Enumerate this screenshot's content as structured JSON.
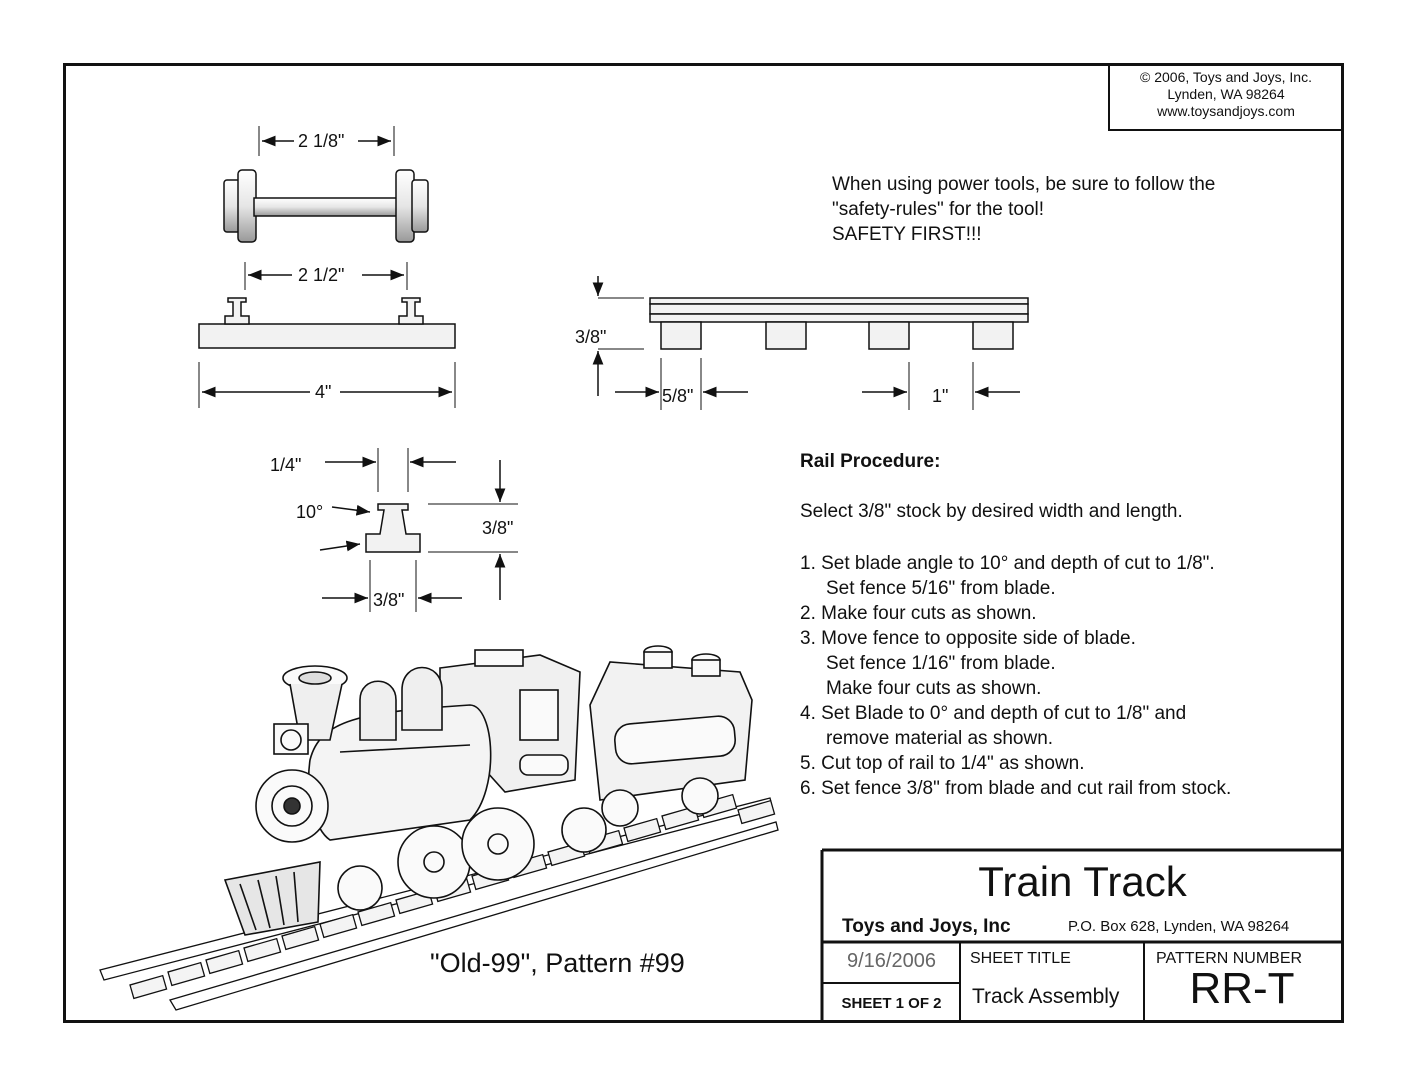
{
  "copyright": [
    "© 2006, Toys and Joys, Inc.",
    "Lynden, WA  98264",
    "www.toysandjoys.com"
  ],
  "safety": [
    "When using power tools, be sure to follow the",
    "\"safety-rules\" for the tool!",
    "SAFETY FIRST!!!"
  ],
  "dimensions": {
    "axle_width": "2 1/8\"",
    "rail_spacing": "2 1/2\"",
    "tie_length": "4\"",
    "track_height": "3/8\"",
    "tie_width": "5/8\"",
    "tie_gap": "1\"",
    "rail_top": "1/4\"",
    "rail_angle": "10°",
    "rail_height": "3/8\"",
    "rail_base": "3/8\""
  },
  "procedure": {
    "title": "Rail Procedure:",
    "intro": "Select 3/8\" stock by desired width and length.",
    "lines": [
      "1. Set blade angle to 10° and depth of cut to 1/8\".",
      "Set fence 5/16\" from blade.",
      "2. Make four cuts as shown.",
      "3. Move fence to opposite side of blade.",
      "Set fence 1/16\" from blade.",
      "Make four cuts as shown.",
      "4. Set Blade to 0° and depth of cut to 1/8\" and",
      "remove material as shown.",
      "5. Cut top of rail to 1/4\" as shown.",
      "6. Set fence 3/8\" from blade and cut rail from stock."
    ]
  },
  "caption": "\"Old-99\", Pattern #99",
  "title_block": {
    "title": "Train Track",
    "company": "Toys and Joys, Inc",
    "address": "P.O. Box 628, Lynden, WA  98264",
    "date": "9/16/2006",
    "sheet_number": "SHEET 1 OF 2",
    "sheet_title_label": "SHEET TITLE",
    "sheet_title": "Track Assembly",
    "pattern_number_label": "PATTERN NUMBER",
    "pattern_number": "RR-T"
  }
}
